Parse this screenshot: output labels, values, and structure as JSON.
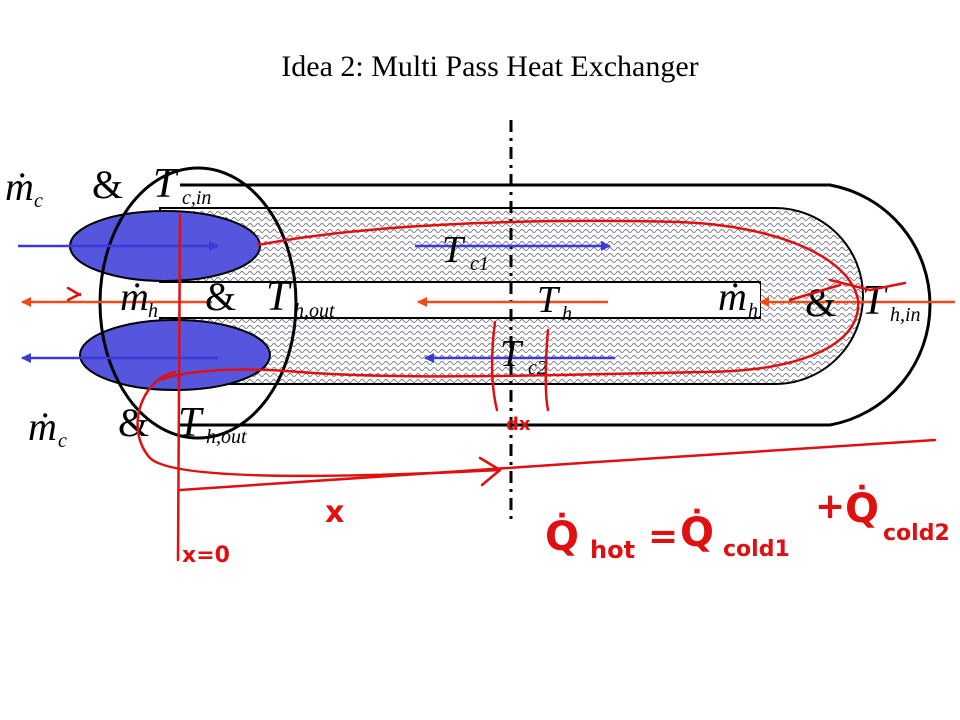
{
  "slide": {
    "title": "Idea 2: Multi Pass Heat Exchanger"
  },
  "labels": {
    "mc_top": {
      "sym": "ṁ",
      "sub": "c",
      "amp": "&",
      "T": "T",
      "Tsub": "c,in"
    },
    "mh_left": {
      "sym": "ṁ",
      "sub": "h",
      "amp": "&",
      "T": "T",
      "Tsub": "h,out"
    },
    "mc_bottom": {
      "sym": "ṁ",
      "sub": "c",
      "amp": "&",
      "T": "T",
      "Tsub": "h,out"
    },
    "mh_right": {
      "sym": "ṁ",
      "sub": "h",
      "amp": "&",
      "T": "T",
      "Tsub": "h,in"
    },
    "Tc1": {
      "T": "T",
      "sub": "c1"
    },
    "Th": {
      "T": "T",
      "sub": "h"
    },
    "Tc2": {
      "T": "T",
      "sub": "c2"
    }
  },
  "annotations": {
    "x_label": "x",
    "x0_label": "x=0",
    "dx_label": "dx",
    "equation": {
      "Q_hot": "Q̇",
      "hot_sub": "hot",
      "equals": "=",
      "Q_c1": "Q̇",
      "c1_sub": "cold1",
      "plus": "+",
      "Q_c2": "Q̇",
      "c2_sub": "cold2"
    }
  },
  "colors": {
    "hot_arrow": "#ee4a1a",
    "cold_arrow": "#3a3adc",
    "cold_fluid": "#5555dd",
    "annotation": "#e01010",
    "pipe_outline": "#000000"
  }
}
